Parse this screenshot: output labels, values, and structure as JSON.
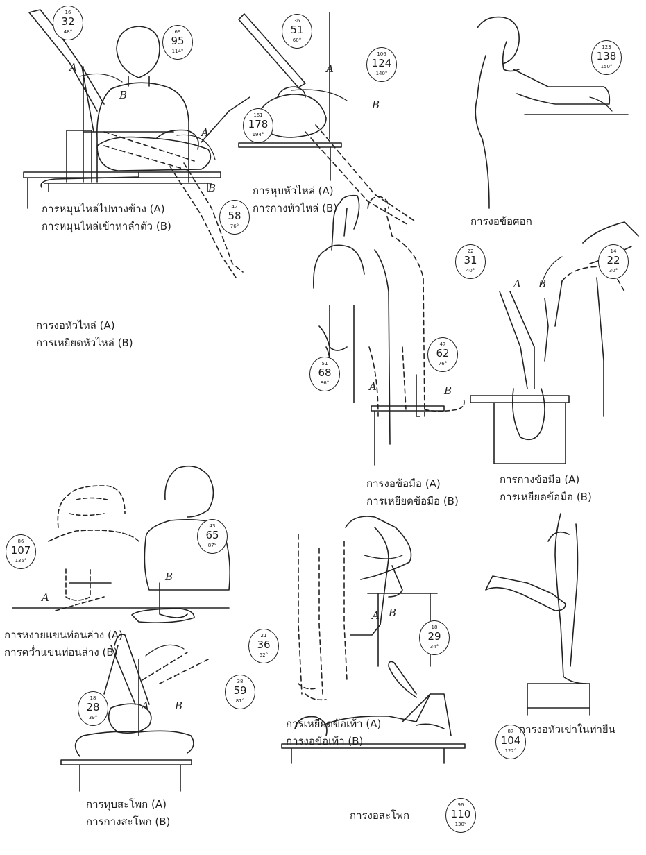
{
  "captions": {
    "shoulder_rotation": [
      "การหมุนไหล่ไปทางข้าง (A)",
      "การหมุนไหล่เข้าหาลำตัว (B)"
    ],
    "shoulder_abduction": [
      "การหุบหัวไหล่ (A)",
      "การกางหัวไหล่ (B)"
    ],
    "elbow_flexion": [
      "การงอข้อศอก"
    ],
    "shoulder_flexion": [
      "การงอหัวไหล่ (A)",
      "การเหยียดหัวไหล่ (B)"
    ],
    "wrist_abduction": [
      "การกางข้อมือ (A)",
      "การเหยียดข้อมือ (B)"
    ],
    "wrist_flexion": [
      "การงอข้อมือ (A)",
      "การเหยียดข้อมือ (B)"
    ],
    "forearm": [
      "การหงายแขนท่อนล่าง (A)",
      "การคว่ำแขนท่อนล่าง (B)"
    ],
    "ankle": [
      "การเหยียดข้อเท้า (A)",
      "การงอข้อเท้า (B)"
    ],
    "knee": [
      "การงอหัวเข่าในท่ายืน"
    ],
    "hip_abduction": [
      "การหุบสะโพก (A)",
      "การกางสะโพก (B)"
    ],
    "hip_flexion": [
      "การงอสะโพก"
    ]
  },
  "gauges": [
    {
      "id": "g1",
      "min": "16",
      "avg": "32",
      "max": "48°"
    },
    {
      "id": "g2",
      "min": "69",
      "avg": "95",
      "max": "114°"
    },
    {
      "id": "g3",
      "min": "36",
      "avg": "51",
      "max": "60°"
    },
    {
      "id": "g4",
      "min": "106",
      "avg": "124",
      "max": "140°"
    },
    {
      "id": "g5",
      "min": "123",
      "avg": "138",
      "max": "150°"
    },
    {
      "id": "g6",
      "min": "161",
      "avg": "178",
      "max": "194°"
    },
    {
      "id": "g7",
      "min": "42",
      "avg": "58",
      "max": "76°"
    },
    {
      "id": "g8",
      "min": "22",
      "avg": "31",
      "max": "40°"
    },
    {
      "id": "g9",
      "min": "14",
      "avg": "22",
      "max": "30°"
    },
    {
      "id": "g10",
      "min": "47",
      "avg": "62",
      "max": "76°"
    },
    {
      "id": "g11",
      "min": "51",
      "avg": "68",
      "max": "86°"
    },
    {
      "id": "g12",
      "min": "86",
      "avg": "107",
      "max": "135°"
    },
    {
      "id": "g13",
      "min": "43",
      "avg": "65",
      "max": "87°"
    },
    {
      "id": "g14",
      "min": "21",
      "avg": "36",
      "max": "52°"
    },
    {
      "id": "g15",
      "min": "18",
      "avg": "29",
      "max": "34°"
    },
    {
      "id": "g16",
      "min": "18",
      "avg": "28",
      "max": "39°"
    },
    {
      "id": "g17",
      "min": "38",
      "avg": "59",
      "max": "81°"
    },
    {
      "id": "g18",
      "min": "87",
      "avg": "104",
      "max": "122°"
    },
    {
      "id": "g19",
      "min": "96",
      "avg": "110",
      "max": "130°"
    }
  ],
  "labels": {
    "a": "A",
    "b": "B"
  }
}
